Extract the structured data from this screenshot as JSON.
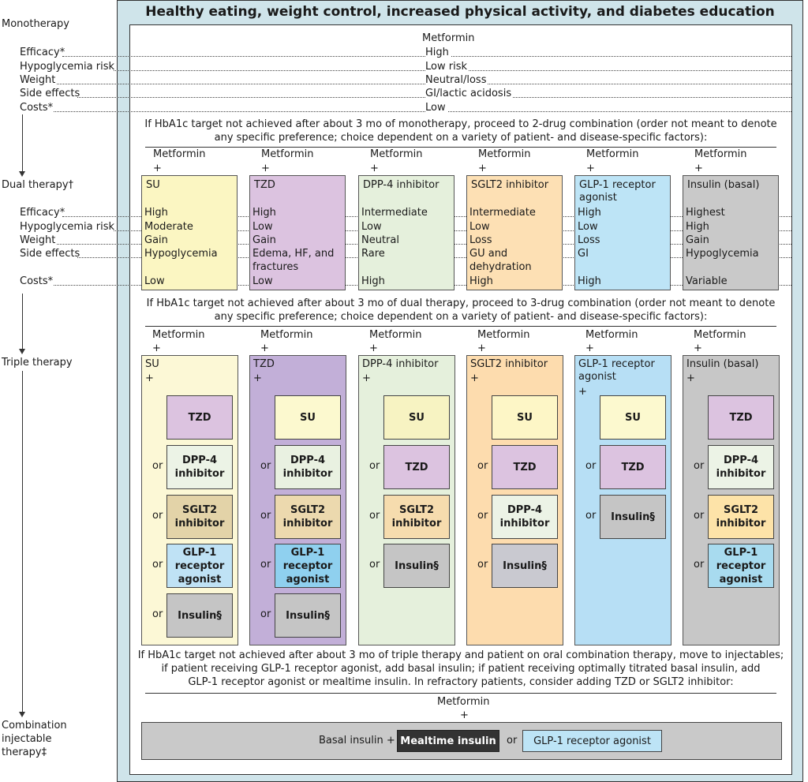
{
  "header": "Healthy eating, weight control, increased physical activity, and diabetes education",
  "left_labels": {
    "monotherapy": "Monotherapy",
    "dual_therapy": "Dual therapy†",
    "triple_therapy": "Triple therapy",
    "combination": [
      "Combination",
      "injectable",
      "therapy‡"
    ]
  },
  "attributes": [
    "Efficacy*",
    "Hypoglycemia risk",
    "Weight",
    "Side effects",
    "Costs*"
  ],
  "monotherapy": {
    "drug": "Metformin",
    "values": [
      "High",
      "Low risk",
      "Neutral/loss",
      "GI/lactic acidosis",
      "Low"
    ]
  },
  "note1": [
    "If HbA1c target not achieved after about 3 mo of monotherapy, proceed to 2-drug combination (order not meant to denote",
    "any specific preference; choice dependent on a variety of patient- and disease-specific factors):"
  ],
  "metformin_plus": [
    "Metformin",
    "+"
  ],
  "dual": [
    {
      "name": "SU",
      "color": "#fbf6c2",
      "values": [
        "High",
        "Moderate",
        "Gain",
        "Hypoglycemia",
        "",
        "Low"
      ]
    },
    {
      "name": "TZD",
      "color": "#dcc3e0",
      "values": [
        "High",
        "Low",
        "Gain",
        "Edema, HF, and",
        "fractures",
        "Low"
      ]
    },
    {
      "name": "DPP-4 inhibitor",
      "color": "#e5f0dc",
      "values": [
        "Intermediate",
        "Low",
        "Neutral",
        "Rare",
        "",
        "High"
      ]
    },
    {
      "name": "SGLT2 inhibitor",
      "color": "#fde0b4",
      "values": [
        "Intermediate",
        "Low",
        "Loss",
        "GU and",
        "dehydration",
        "High"
      ]
    },
    {
      "name": "GLP-1 receptor agonist",
      "color": "#bde4f6",
      "values": [
        "High",
        "Low",
        "Loss",
        "GI",
        "",
        "High"
      ]
    },
    {
      "name": "Insulin (basal)",
      "color": "#c9c9c9",
      "values": [
        "Highest",
        "High",
        "Gain",
        "Hypoglycemia",
        "",
        "Variable"
      ]
    }
  ],
  "note2": [
    "If HbA1c target not achieved after about 3 mo of dual therapy, proceed to 3-drug combination (order not meant to denote",
    "any specific preference; choice dependent on a variety of patient- and disease-specific factors):"
  ],
  "or_word": "or",
  "plus": "+",
  "triple": [
    {
      "name": "SU",
      "color": "#fcf8d6",
      "items": [
        {
          "label": "TZD",
          "color": "#dcc3e0"
        },
        {
          "label": "DPP-4 inhibitor",
          "color": "#ecf3e6"
        },
        {
          "label": "SGLT2 inhibitor",
          "color": "#e3d3a8"
        },
        {
          "label": "GLP-1 receptor agonist",
          "color": "#bfe2f5"
        },
        {
          "label": "Insulin§",
          "color": "#c5c5c5"
        }
      ]
    },
    {
      "name": "TZD",
      "color": "#c2afd8",
      "items": [
        {
          "label": "SU",
          "color": "#fcf9cf"
        },
        {
          "label": "DPP-4 inhibitor",
          "color": "#e9f1e1"
        },
        {
          "label": "SGLT2 inhibitor",
          "color": "#ecd9ae"
        },
        {
          "label": "GLP-1 receptor agonist",
          "color": "#8fd0ef"
        },
        {
          "label": "Insulin§",
          "color": "#c5c5c5"
        }
      ]
    },
    {
      "name": "DPP-4 inhibitor",
      "color": "#e5f0dc",
      "items": [
        {
          "label": "SU",
          "color": "#f7f3c2"
        },
        {
          "label": "TZD",
          "color": "#dcc3e0"
        },
        {
          "label": "SGLT2 inhibitor",
          "color": "#f6dcae"
        },
        {
          "label": "Insulin§",
          "color": "#c5c5c5"
        }
      ]
    },
    {
      "name": "SGLT2 inhibitor",
      "color": "#fddcae",
      "items": [
        {
          "label": "SU",
          "color": "#fdf6c6"
        },
        {
          "label": "TZD",
          "color": "#dcc3e0"
        },
        {
          "label": "DPP-4 inhibitor",
          "color": "#ecf3e6"
        },
        {
          "label": "Insulin§",
          "color": "#c9c9d0"
        }
      ]
    },
    {
      "name": "GLP-1 receptor agonist",
      "color": "#b7dff5",
      "items": [
        {
          "label": "SU",
          "color": "#fcf9cf"
        },
        {
          "label": "TZD",
          "color": "#dcc3e0"
        },
        {
          "label": "Insulin§",
          "color": "#c5c5c5"
        }
      ]
    },
    {
      "name": "Insulin (basal)",
      "color": "#c7c7c7",
      "items": [
        {
          "label": "TZD",
          "color": "#dcc3e0"
        },
        {
          "label": "DPP-4 inhibitor",
          "color": "#ecf3e6"
        },
        {
          "label": "SGLT2 inhibitor",
          "color": "#fde3a8"
        },
        {
          "label": "GLP-1 receptor agonist",
          "color": "#a8dbef"
        }
      ]
    }
  ],
  "note3": [
    "If HbA1c target not achieved after about 3 mo of triple therapy and patient on oral combination therapy, move to injectables;",
    "if patient receiving GLP-1 receptor agonist, add basal insulin; if patient receiving optimally titrated basal insulin, add",
    "GLP-1 receptor agonist or mealtime insulin. In refractory patients, consider adding TZD or SGLT2 inhibitor:"
  ],
  "combination": {
    "basal": "Basal insulin +",
    "mealtime": "Mealtime insulin",
    "or": "or",
    "glp1": "GLP-1 receptor agonist"
  }
}
